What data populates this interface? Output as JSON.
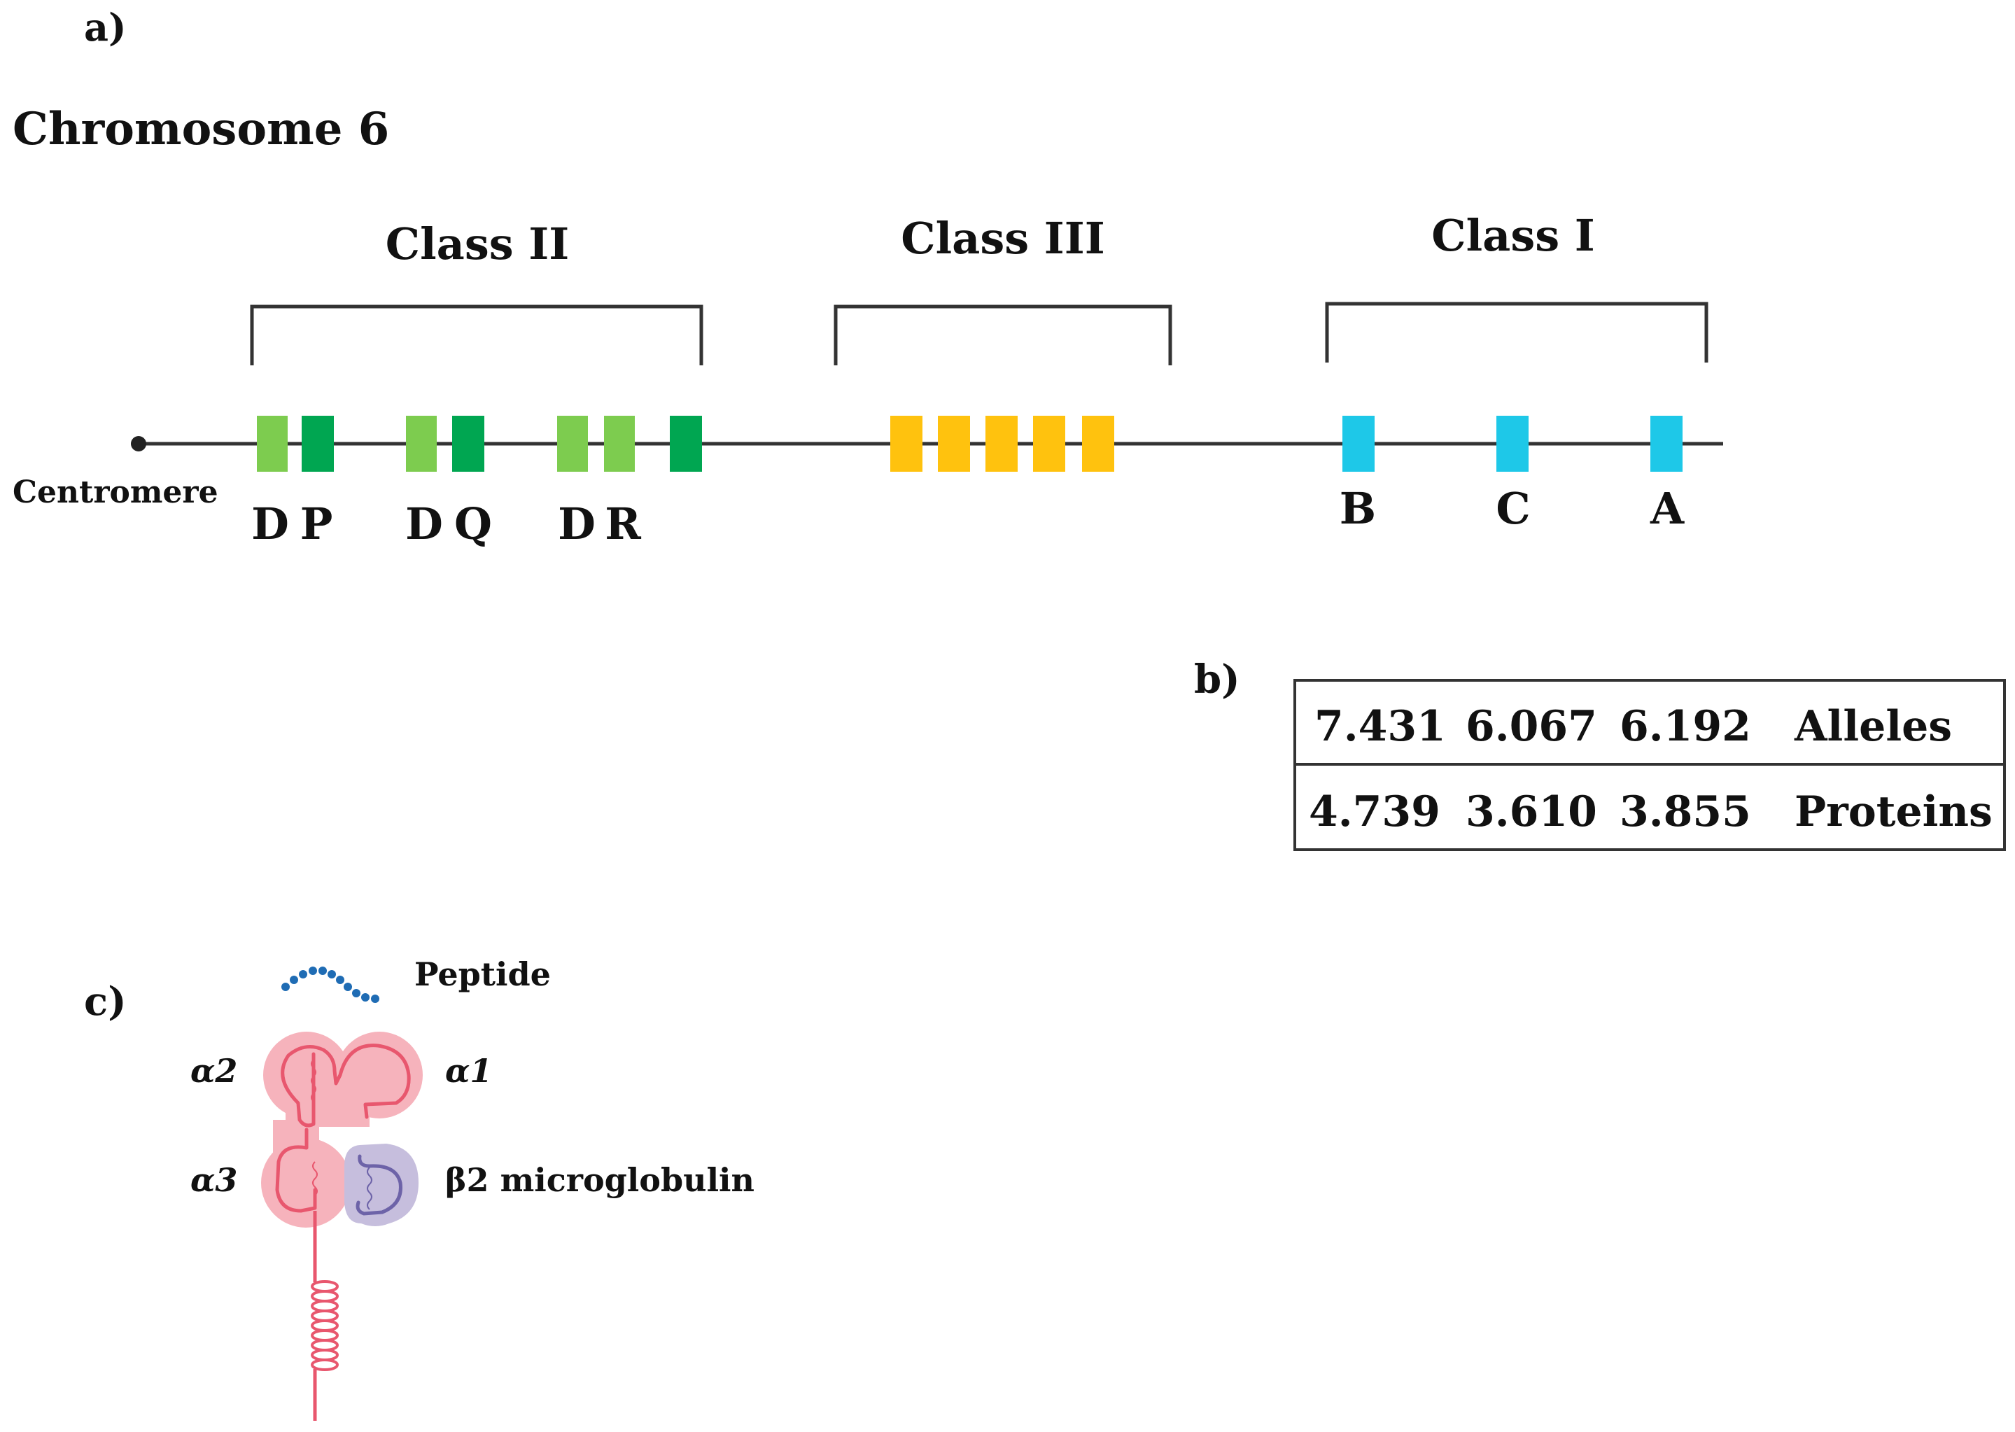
{
  "panel_labels": {
    "a": "a)",
    "b": "b)",
    "c": "c)"
  },
  "chromosome": {
    "title": "Chromosome 6",
    "centromere_label": "Centromere",
    "classes": [
      {
        "label": "Class II",
        "color_light": "#7dcc4f",
        "color_dark": "#00a651"
      },
      {
        "label": "Class III",
        "color": "#ffc20e"
      },
      {
        "label": "Class I",
        "color": "#1ec8e8"
      }
    ],
    "class_ii_genes": [
      {
        "d": "D",
        "g": "P"
      },
      {
        "d": "D",
        "g": "Q"
      },
      {
        "d": "D",
        "g": "R"
      }
    ],
    "class_i_genes": [
      "B",
      "C",
      "A"
    ]
  },
  "table": {
    "rows": [
      {
        "values": [
          "7.431",
          "6.067",
          "6.192"
        ],
        "label": "Alleles"
      },
      {
        "values": [
          "4.739",
          "3.610",
          "3.855"
        ],
        "label": "Proteins"
      }
    ]
  },
  "molecule": {
    "peptide": "Peptide",
    "alpha2": "α2",
    "alpha1": "α1",
    "alpha3": "α3",
    "b2m": "β2 microglobulin",
    "colors": {
      "heavy_chain": "#e8576e",
      "heavy_fill": "#f6b3bc",
      "b2m_line": "#6d63a8",
      "b2m_fill": "#c6bedd",
      "peptide": "#1f6cb4"
    }
  }
}
